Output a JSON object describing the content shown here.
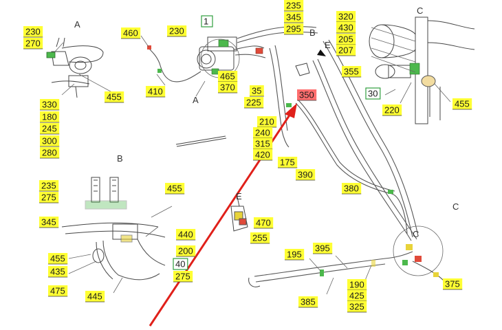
{
  "colors": {
    "label_fill": "#ffff33",
    "highlight_fill": "#ff6e6e",
    "framed_border": "#2e9e3e",
    "arrow": "#e0201a",
    "fitting_yellow": "#e8d33a",
    "fitting_green": "#4cb84c",
    "fitting_red": "#e04a3a"
  },
  "views": [
    "A",
    "B",
    "C",
    "E",
    "A",
    "B",
    "C",
    "E",
    "C"
  ],
  "labels": [
    "230",
    "270",
    "460",
    "230",
    "1",
    "235",
    "345",
    "295",
    "320",
    "430",
    "205",
    "207",
    "410",
    "465",
    "370",
    "35",
    "225",
    "350",
    "355",
    "330",
    "180",
    "245",
    "300",
    "280",
    "455",
    "30",
    "220",
    "455",
    "210",
    "240",
    "315",
    "420",
    "175",
    "390",
    "380",
    "235",
    "275",
    "345",
    "455",
    "470",
    "255",
    "440",
    "200",
    "40",
    "275",
    "455",
    "435",
    "475",
    "445",
    "195",
    "395",
    "190",
    "425",
    "325",
    "385",
    "375"
  ],
  "highlighted_label": "350",
  "framed_labels": [
    "1",
    "30",
    "40"
  ]
}
